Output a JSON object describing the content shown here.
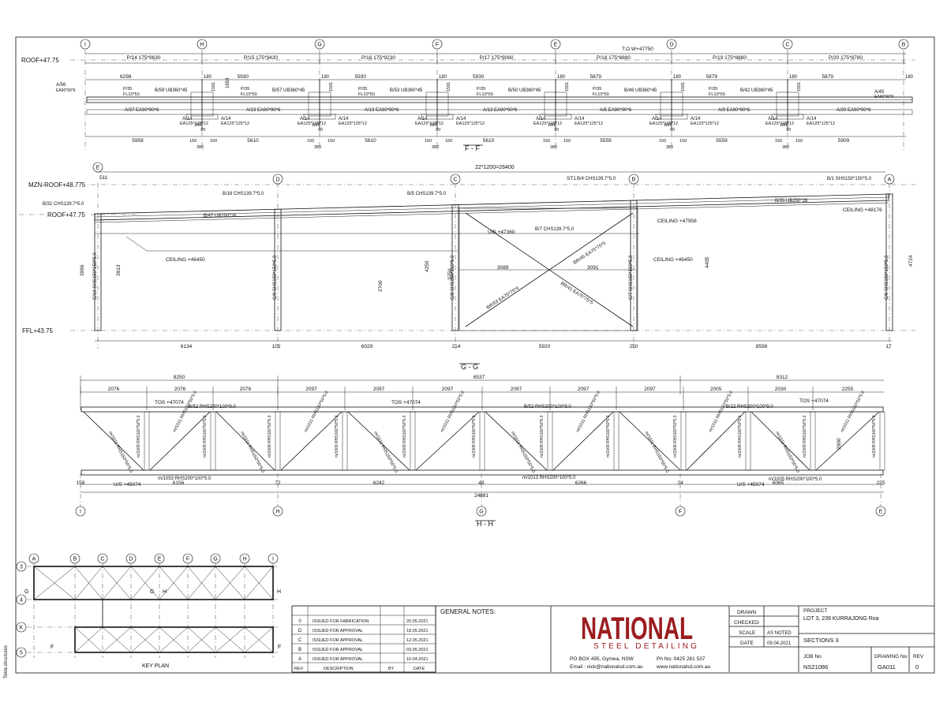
{
  "side_label": "Tekla structures",
  "grid_top": [
    "I",
    "H",
    "G",
    "F",
    "E",
    "D",
    "C",
    "B"
  ],
  "section_ff": {
    "title": "F - F",
    "level_roof": "ROOF+47.75",
    "tow": "T.O.W+47750",
    "purlins": [
      "P/14 175*9630",
      "P/15 175*9430",
      "P/16 175*9230",
      "P/17 175*9080",
      "P/18 175*8880",
      "P/19 175*8880",
      "P/20 175*8780"
    ],
    "top_dims": [
      "6298",
      "5930",
      "5930",
      "5930",
      "5879",
      "5879",
      "5879"
    ],
    "bottom_dims": [
      "5958",
      "5610",
      "5610",
      "5610",
      "5559",
      "5559",
      "5909"
    ],
    "small_dims": [
      "180",
      "150",
      "380",
      "1591",
      "1653",
      "20"
    ],
    "beams": [
      "B/59 UB360*45",
      "B/57 UB360*45",
      "B/53 UB360*45",
      "B/50 UB360*45",
      "B/46 UB360*45",
      "B/42 UB360*45"
    ],
    "angles": [
      "A/37 EA90*90*6",
      "A/13 EA90*90*6",
      "A/13 EA90*90*6",
      "A/13 EA90*90*6",
      "A/5 EA90*90*6",
      "A/9 EA90*90*6",
      "A/20 EA90*90*6"
    ],
    "end_left": [
      "A/56",
      "EA90*90*6"
    ],
    "end_right": [
      "A/45",
      "EA90*90*6"
    ],
    "angle_small": [
      "A/14",
      "EA125*125*12"
    ],
    "plate": [
      "P/35",
      "FL10*50"
    ]
  },
  "section_gg": {
    "title": "G - G",
    "grid": [
      "E",
      "D",
      "C",
      "B",
      "A"
    ],
    "overall": "22*1200=26400",
    "levels": [
      "MZN-ROOF+48.775",
      "ROOF+47.75",
      "FFL+43.75"
    ],
    "dim_511": "511",
    "members": [
      "B/32 CHS139.7*5.0",
      "B/16 CHS139.7*5.0",
      "B/47 UB250*26",
      "B/5 CHS139.7*5.0",
      "B/4 CHS139.7*5.0",
      "B/1 SHS150*150*5.0",
      "B/35 UB250*26",
      "B/7 CHS139.7*5.0",
      "BR/45 EA75*75*5",
      "BR/41 EA75*75*5",
      "BR/53 EA75*75*5",
      "BR/43 EA75*75*5"
    ],
    "st1": "ST1",
    "ceilings": [
      "CEILING +48176",
      "CEILING +47958",
      "CEILING +46450",
      "CEILING +46450"
    ],
    "us": "U/S +47360",
    "columns": [
      "C/10 SHS150*150*5.0",
      "C/9 SHS150*150*5.0",
      "C/8 SHS150*150*5.0",
      "C/7 SHS150*150*5.0",
      "C/6 SHS150*150*5.0"
    ],
    "heights": [
      "3996",
      "3913",
      "2700",
      "4250",
      "3750",
      "4405",
      "4724"
    ],
    "mid_dims": [
      "3089",
      "3091"
    ],
    "bottom_dims": [
      "6134",
      "105",
      "6029",
      "214",
      "5920",
      "250",
      "8598",
      "17"
    ]
  },
  "section_hh": {
    "title": "H - H",
    "grid": [
      "I",
      "H",
      "G",
      "F",
      "E"
    ],
    "top_totals": [
      "8250",
      "8537",
      "8312"
    ],
    "panel_dims": [
      "2076",
      "2076",
      "2076",
      "2097",
      "2097",
      "2097",
      "2097",
      "2097",
      "2097",
      "2005",
      "2030",
      "2255"
    ],
    "tos": [
      "TOS +47074",
      "TOS +47074",
      "TOS +47074"
    ],
    "chords": [
      "B/52 RHS200*100*9.0",
      "B/52 RHS200*100*9.0",
      "B/22 RHS200*100*9.0"
    ],
    "bottom_chords": [
      "m/1053 RHS200*100*5.0",
      "m/1013 RHS200*100*5.0",
      "m/1005 RHS200*100*5.0"
    ],
    "us": [
      "U/S +45074",
      "U/S +45074"
    ],
    "diag": "m/1011 RHS150*50*5.0",
    "vert": "m/1009 RHS100*50*5.0",
    "height": "2000",
    "bottom_dims": [
      "158",
      "6156",
      "72",
      "6242",
      "48",
      "6266",
      "24",
      "6065",
      "225"
    ],
    "overall": "24881"
  },
  "key_plan": {
    "title": "KEY PLAN",
    "cols": [
      "A",
      "B",
      "C",
      "D",
      "E",
      "F",
      "G",
      "H",
      "I"
    ],
    "rows": [
      "3",
      "4",
      "K",
      "5"
    ],
    "markers": [
      "G",
      "G",
      "H",
      "H",
      "F",
      "F"
    ]
  },
  "revisions": {
    "rows": [
      {
        "rev": "0",
        "desc": "ISSUED FOR FABRICATION",
        "date": "20.05.2021"
      },
      {
        "rev": "D",
        "desc": "ISSUED FOR APPROVAL",
        "date": "18.05.2021"
      },
      {
        "rev": "C",
        "desc": "ISSUED FOR APPROVAL",
        "date": "12.05.2021"
      },
      {
        "rev": "B",
        "desc": "ISSUED FOR APPROVAL",
        "date": "03.05.2021"
      },
      {
        "rev": "A",
        "desc": "ISSUED FOR APPROVAL",
        "date": "10.04.2021"
      }
    ],
    "headers": {
      "rev": "REV",
      "desc": "DESCRIPTION",
      "by": "BY",
      "date": "DATE"
    }
  },
  "notes_title": "GENERAL NOTES:",
  "company": {
    "name": "NATIONAL",
    "sub": "STEEL DETAILING",
    "address": "PO BOX 495, Gymea, NSW",
    "phone": "Ph No: 0425 261 537",
    "email": "Email : nick@nationalsd.com.au",
    "web": "www.nationalsd.com.au",
    "brand_color": "#9b1d20"
  },
  "title_block": {
    "drawn": "DRAWN",
    "checked": "CHECKED",
    "scale_label": "SCALE",
    "scale": "AS NOTED",
    "date_label": "DATE",
    "date": "09.04.2021",
    "project_label": "PROJECT",
    "project": "LOT 3, 239 KURRAJONG Roa",
    "title": "SECTIONS 3",
    "job_label": "JOB No",
    "job": "NS21086",
    "drawing_label": "DRAWING No",
    "drawing": "GA011",
    "rev_label": "REV",
    "rev": "0"
  }
}
